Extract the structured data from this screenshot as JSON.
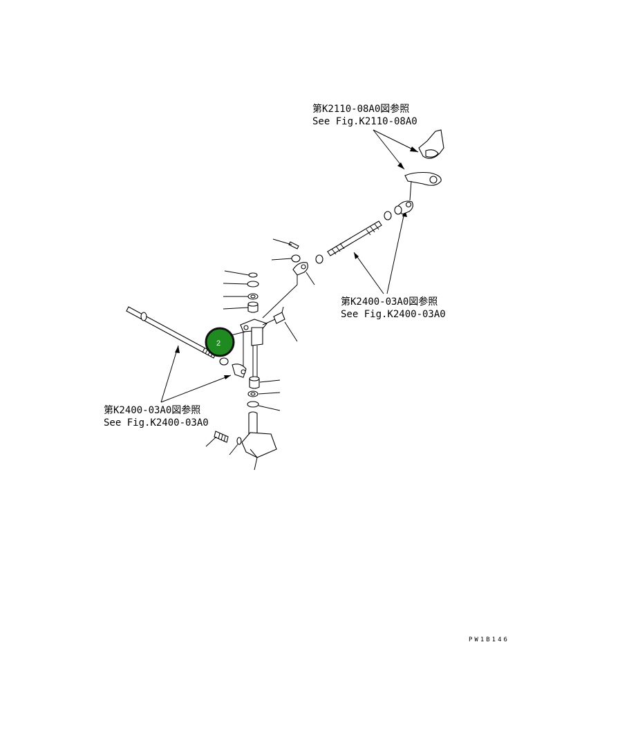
{
  "references": [
    {
      "jp": "第K2110-08A0図参照",
      "en": "See Fig.K2110-08A0"
    },
    {
      "jp": "第K2400-03A0図参照",
      "en": "See Fig.K2400-03A0"
    },
    {
      "jp": "第K2400-03A0図参照",
      "en": "See Fig.K2400-03A0"
    }
  ],
  "callout": {
    "number": "2",
    "color": "#1f8a1f",
    "ring_color": "#111111"
  },
  "drawing_code": "PW1B146"
}
